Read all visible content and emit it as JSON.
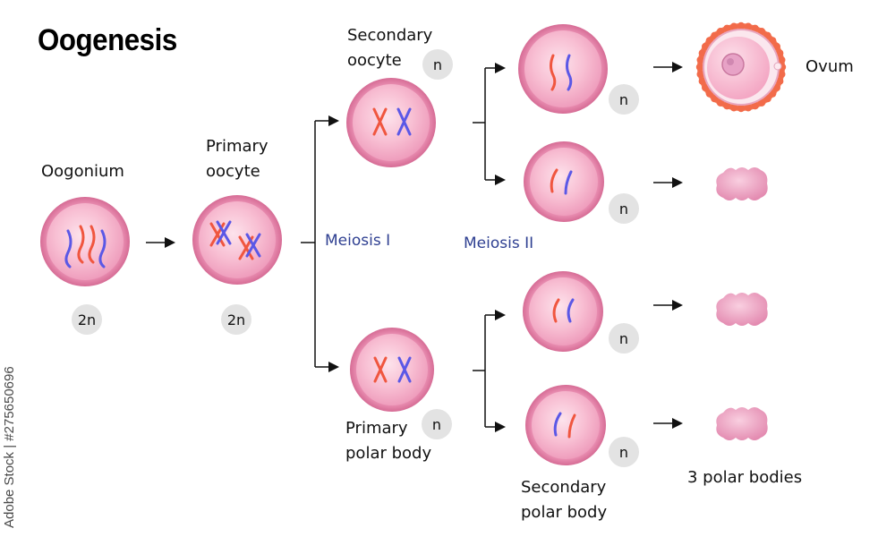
{
  "title": "Oogenesis",
  "labels": {
    "oogonium": "Oogonium",
    "primary_oocyte": [
      "Primary",
      "oocyte"
    ],
    "secondary_oocyte": [
      "Secondary",
      "oocyte"
    ],
    "primary_polar_body": [
      "Primary",
      "polar body"
    ],
    "secondary_polar_body": [
      "Secondary",
      "polar body"
    ],
    "ovum": "Ovum",
    "polar_bodies": "3 polar bodies"
  },
  "stages": {
    "meiosis_1": "Meiosis I",
    "meiosis_2": "Meiosis II"
  },
  "ploidy": {
    "diploid": "2n",
    "haploid": "n"
  },
  "colors": {
    "cell_outer": "#e07a9e",
    "cell_inner": "#f6b6cd",
    "chromosome_red": "#f0563f",
    "chromosome_blue": "#5b58e6",
    "ovum_corona": "#f26b4a",
    "meiosis_text": "#2e3f91",
    "ploidy_badge": "#e3e3e3"
  },
  "watermark": "Adobe Stock | #275650696"
}
